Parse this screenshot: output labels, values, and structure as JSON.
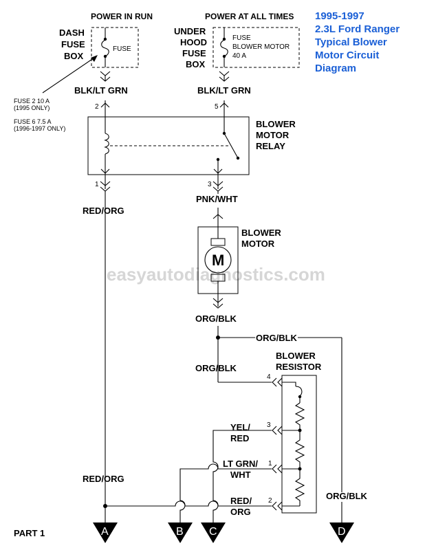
{
  "title": [
    "1995-1997",
    "2.3L Ford Ranger",
    "Typical Blower",
    "Motor Circuit",
    "Diagram"
  ],
  "watermark": "easyautodiagnostics.com",
  "colors": {
    "title": "#1a5fd6",
    "line": "#000000",
    "watermark": "#d6d6d6"
  },
  "power_run": "POWER IN RUN",
  "power_all": "POWER AT ALL TIMES",
  "dash_fuse_box": [
    "DASH",
    "FUSE",
    "BOX"
  ],
  "dash_fuse_label": "FUSE",
  "underhood_fuse_box": [
    "UNDER",
    "HOOD",
    "FUSE",
    "BOX"
  ],
  "underhood_fuse_label": [
    "FUSE",
    "BLOWER MOTOR",
    "40 A"
  ],
  "fuse_notes": [
    "FUSE 2    10 A",
    "(1995 ONLY)",
    "FUSE 6    7.5 A",
    "(1996-1997 ONLY)"
  ],
  "relay_label": [
    "BLOWER",
    "MOTOR",
    "RELAY"
  ],
  "motor_label": [
    "BLOWER",
    "MOTOR"
  ],
  "motor_symbol": "M",
  "resistor_label": [
    "BLOWER",
    "RESISTOR"
  ],
  "wires": {
    "relay_in_left": "BLK/LT GRN",
    "relay_in_right": "BLK/LT GRN",
    "relay_out_left": "RED/ORG",
    "relay_out_right": "PNK/WHT",
    "motor_out": "ORG/BLK",
    "junction_right": "ORG/BLK",
    "resistor_feed": "ORG/BLK",
    "yel_red": [
      "YEL/",
      "RED"
    ],
    "ltgrn_wht": [
      "LT GRN/",
      "WHT"
    ],
    "red_org_pin2": [
      "RED/",
      "ORG"
    ],
    "red_org_bottom": "RED/ORG",
    "org_blk_right": "ORG/BLK"
  },
  "pins": {
    "relay_2": "2",
    "relay_5": "5",
    "relay_1": "1",
    "relay_3": "3",
    "res_4": "4",
    "res_3": "3",
    "res_1": "1",
    "res_2": "2"
  },
  "connectors": [
    "A",
    "B",
    "C",
    "D"
  ],
  "part": "PART 1"
}
